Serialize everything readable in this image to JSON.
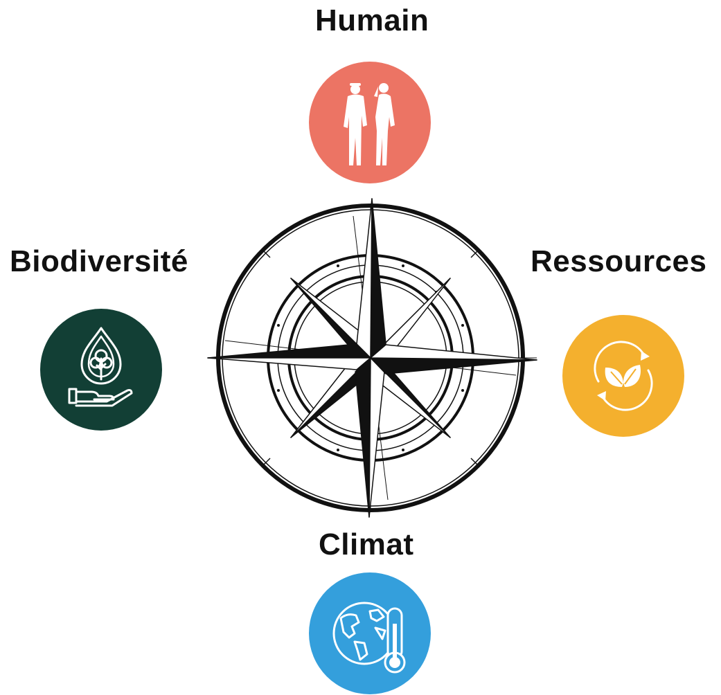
{
  "labels": {
    "humain": "Humain",
    "biodiversite": "Biodiversité",
    "ressources": "Ressources",
    "climat": "Climat"
  },
  "colors": {
    "humain": "#ec7464",
    "biodiversite": "#123f35",
    "ressources": "#f4b02e",
    "climat": "#349fdc",
    "compass": "#111111"
  },
  "icons": {
    "humain": "hikers-icon",
    "biodiversite": "tree-drop-hand-icon",
    "ressources": "recycle-leaves-icon",
    "climat": "globe-thermometer-icon",
    "center": "compass-rose-icon"
  }
}
